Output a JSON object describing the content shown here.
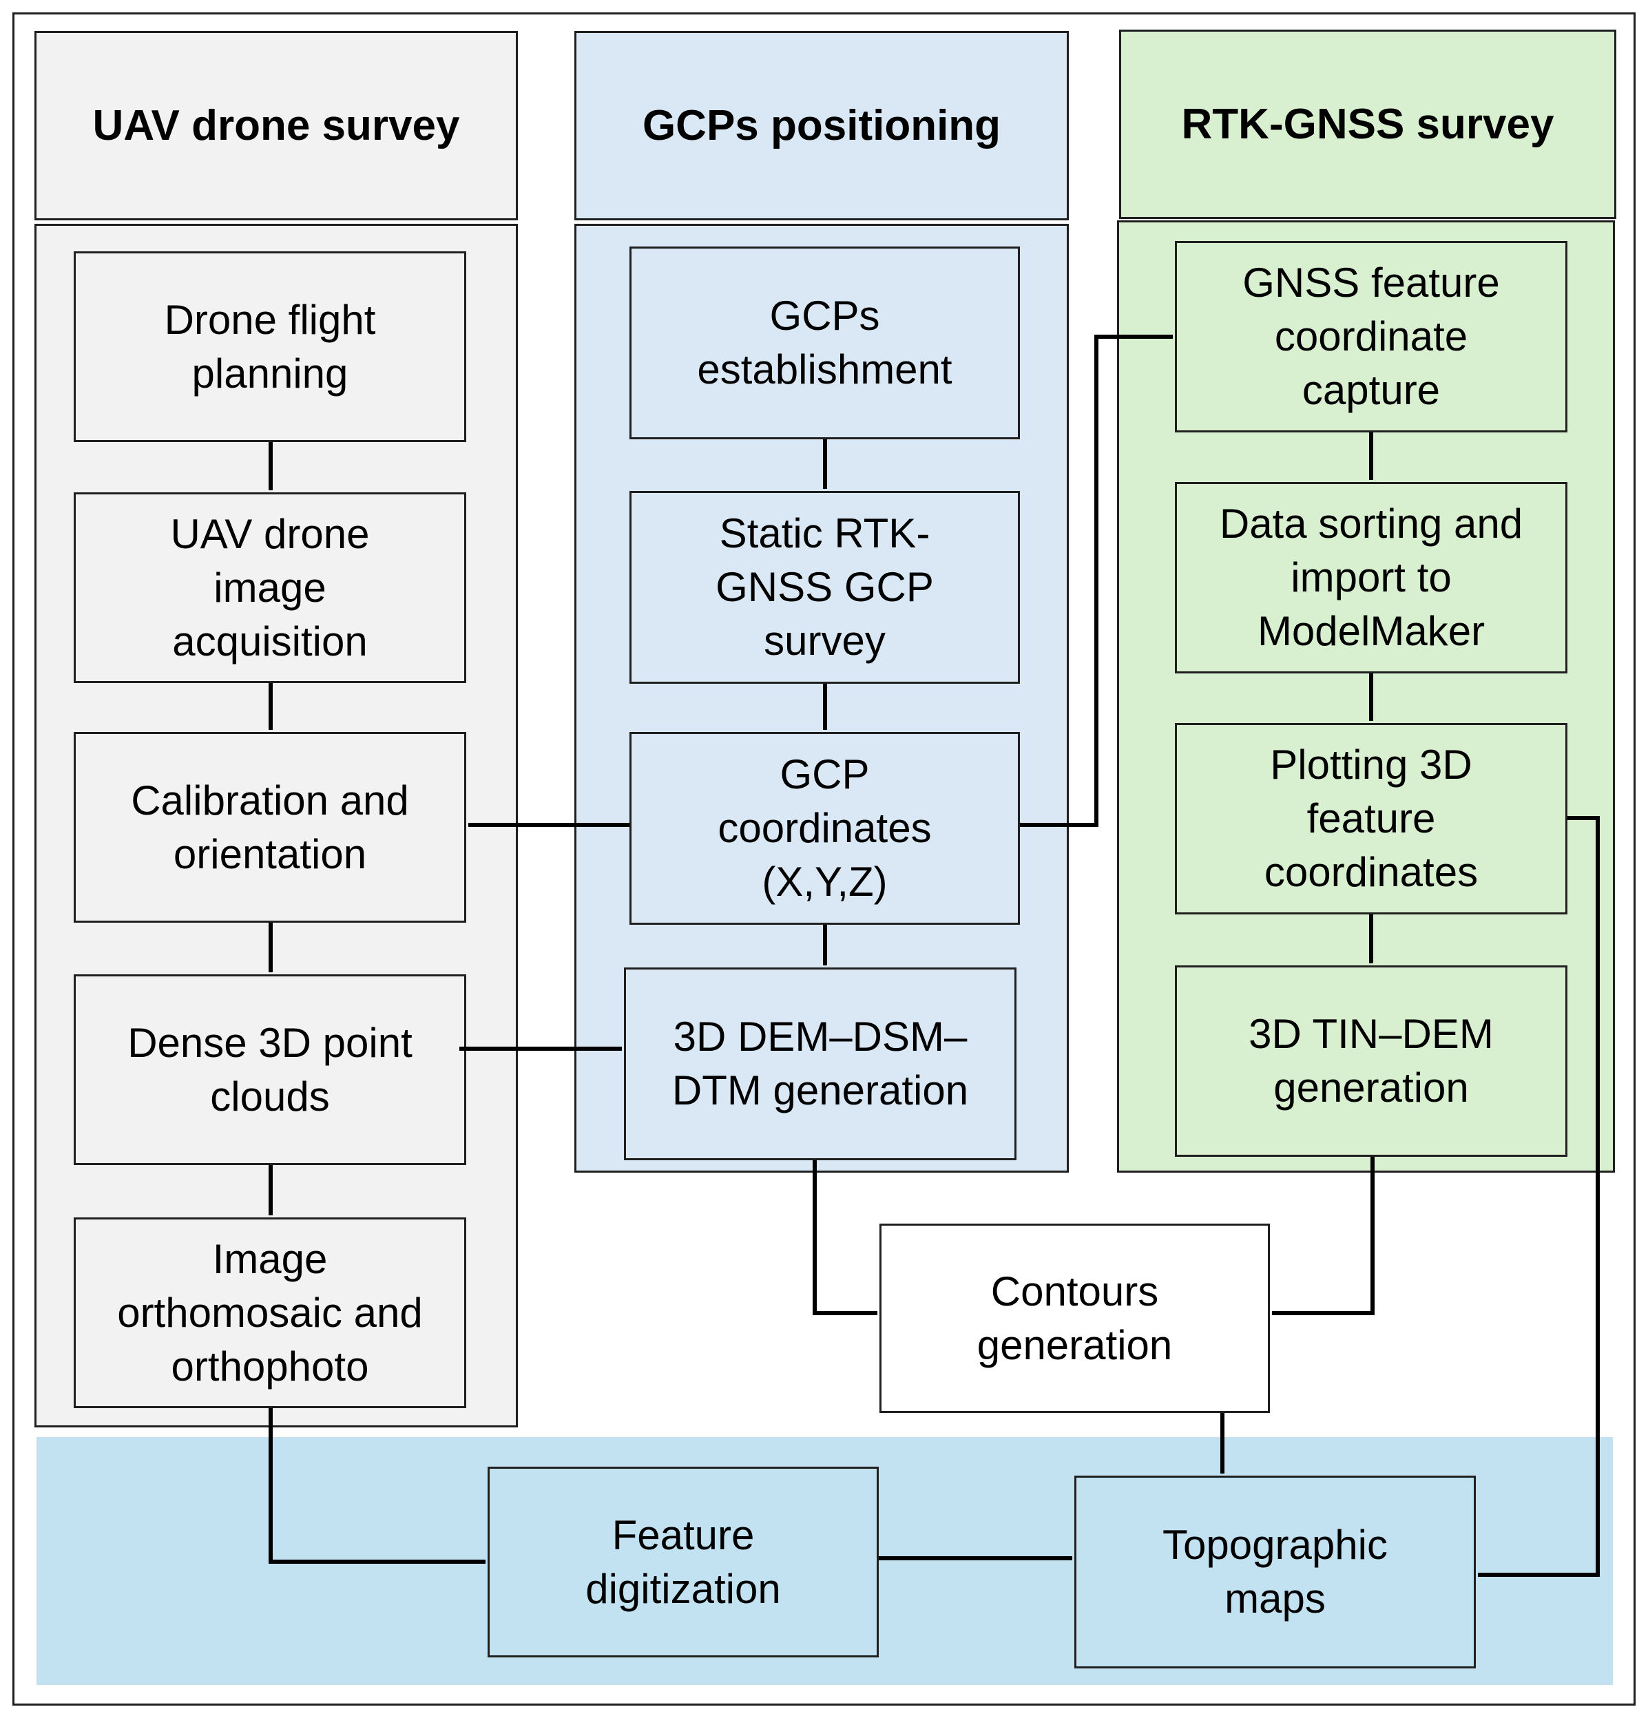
{
  "colors": {
    "uav_panel": "#f2f2f2",
    "gcp_panel": "#dae8f5",
    "rtk_panel": "#d8f0cf",
    "output_band": "#c2e2f2",
    "border": "#1f1f1f"
  },
  "columns": {
    "uav": {
      "title": "UAV drone survey",
      "steps": [
        "Drone flight\nplanning",
        "UAV drone\nimage\nacquisition",
        "Calibration and\norientation",
        "Dense 3D point\nclouds",
        "Image\northomosaic and\northophoto"
      ]
    },
    "gcp": {
      "title": "GCPs positioning",
      "steps": [
        "GCPs\nestablishment",
        "Static RTK-\nGNSS GCP\nsurvey",
        "GCP\ncoordinates\n(X,Y,Z)",
        "3D DEM–DSM–\nDTM generation"
      ]
    },
    "rtk": {
      "title": "RTK-GNSS survey",
      "steps": [
        "GNSS feature\ncoordinate\ncapture",
        "Data sorting and\nimport to\nModelMaker",
        "Plotting 3D\nfeature\ncoordinates",
        "3D TIN–DEM\ngeneration"
      ]
    }
  },
  "outputs": {
    "contours": "Contours\ngeneration",
    "feature_digitization": "Feature\ndigitization",
    "topographic_maps": "Topographic\nmaps"
  }
}
